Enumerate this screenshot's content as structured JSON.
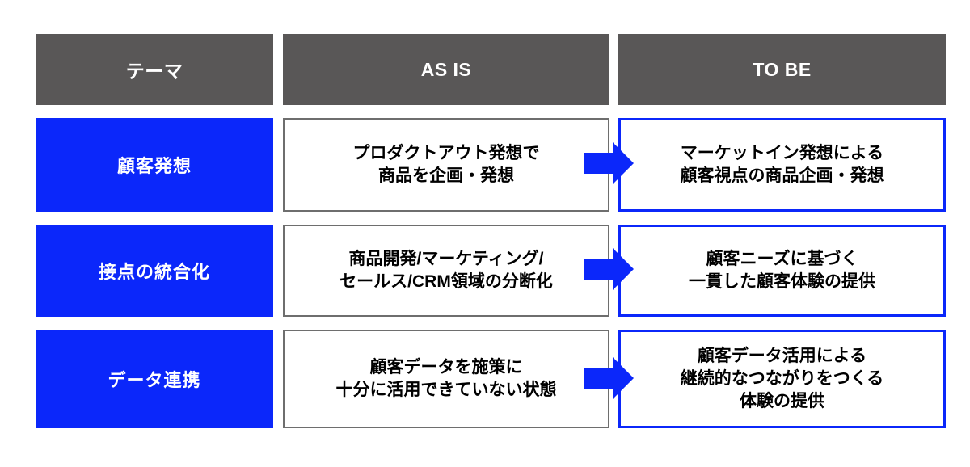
{
  "slide": {
    "colors": {
      "header_gray": "#595757",
      "brand_blue": "#0B27FA",
      "asis_border_gray": "#6E6E6E",
      "background": "#FFFFFF",
      "header_text": "#FFFFFF",
      "body_text": "#000000"
    }
  },
  "headers": {
    "theme": "テーマ",
    "as_is": "AS IS",
    "to_be": "TO BE"
  },
  "rows": [
    {
      "theme": "顧客発想",
      "as_is": "プロダクトアウト発想で\n商品を企画・発想",
      "to_be": "マーケットイン発想による\n顧客視点の商品企画・発想",
      "arrow": "arrow-right-icon"
    },
    {
      "theme": "接点の統合化",
      "as_is": "商品開発/マーケティング/\nセールス/CRM領域の分断化",
      "to_be": "顧客ニーズに基づく\n一貫した顧客体験の提供",
      "arrow": "arrow-right-icon"
    },
    {
      "theme": "データ連携",
      "as_is": "顧客データを施策に\n十分に活用できていない状態",
      "to_be": "顧客データ活用による\n継続的なつながりをつくる\n体験の提供",
      "arrow": "arrow-right-icon"
    }
  ]
}
